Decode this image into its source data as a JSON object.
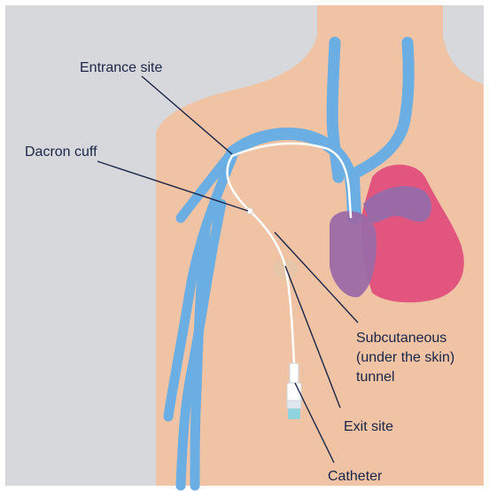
{
  "labels": {
    "entrance_site": "Entrance site",
    "dacron_cuff": "Dacron cuff",
    "subcutaneous_line1": "Subcutaneous",
    "subcutaneous_line2": "(under the skin)",
    "subcutaneous_line3": "tunnel",
    "exit_site": "Exit site",
    "catheter": "Catheter"
  },
  "colors": {
    "background": "#d7d8db",
    "skin": "#efc3a4",
    "vein": "#6aaee3",
    "heart_pink": "#e2557f",
    "heart_purple": "#9a6aa6",
    "catheter": "#ffffff",
    "leader_line": "#1b2548",
    "label_text": "#1b2548"
  }
}
